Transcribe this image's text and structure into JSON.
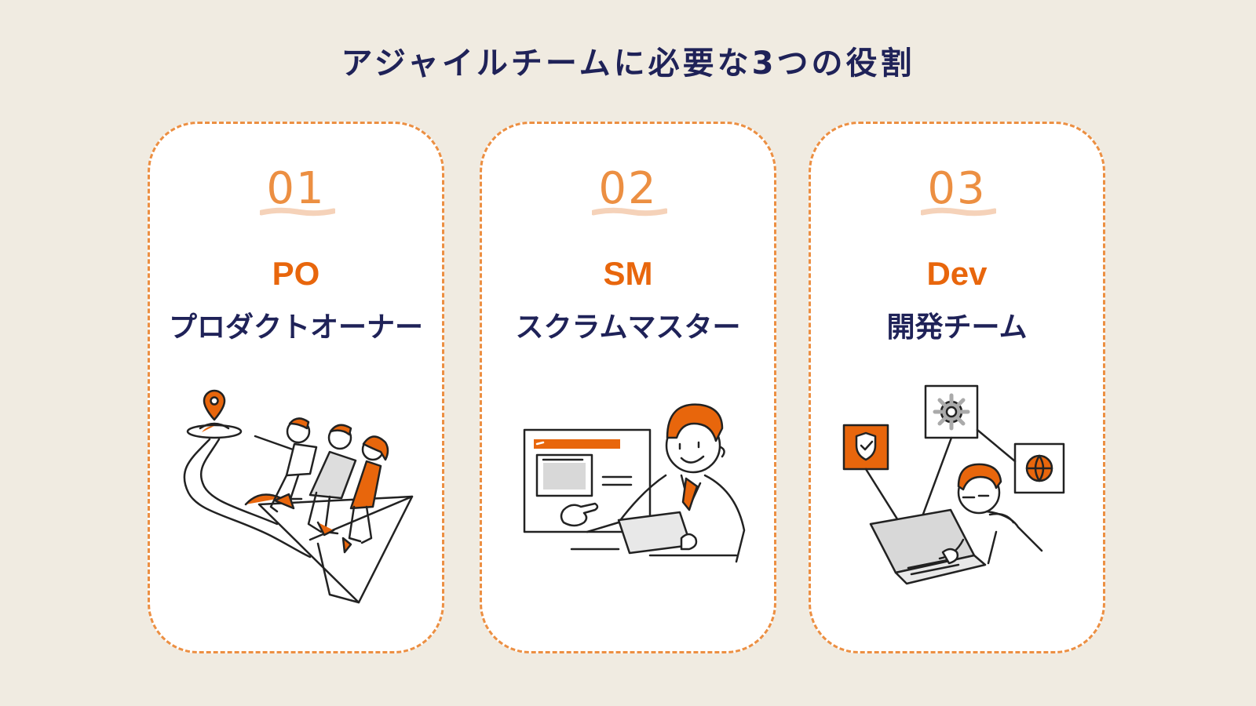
{
  "page": {
    "title": "アジャイルチームに必要な3つの役割"
  },
  "colors": {
    "background": "#f0ebe1",
    "accent": "#e8660c",
    "navy": "#1f2258",
    "dash": "#ec8f42"
  },
  "cards": [
    {
      "number": "01",
      "abbr": "PO",
      "role": "プロダクトオーナー",
      "illustration": "team-on-paper-plane-with-map-pin"
    },
    {
      "number": "02",
      "abbr": "SM",
      "role": "スクラムマスター",
      "illustration": "man-presenting-screen"
    },
    {
      "number": "03",
      "abbr": "Dev",
      "role": "開発チーム",
      "illustration": "developer-at-laptop-with-icons"
    }
  ]
}
